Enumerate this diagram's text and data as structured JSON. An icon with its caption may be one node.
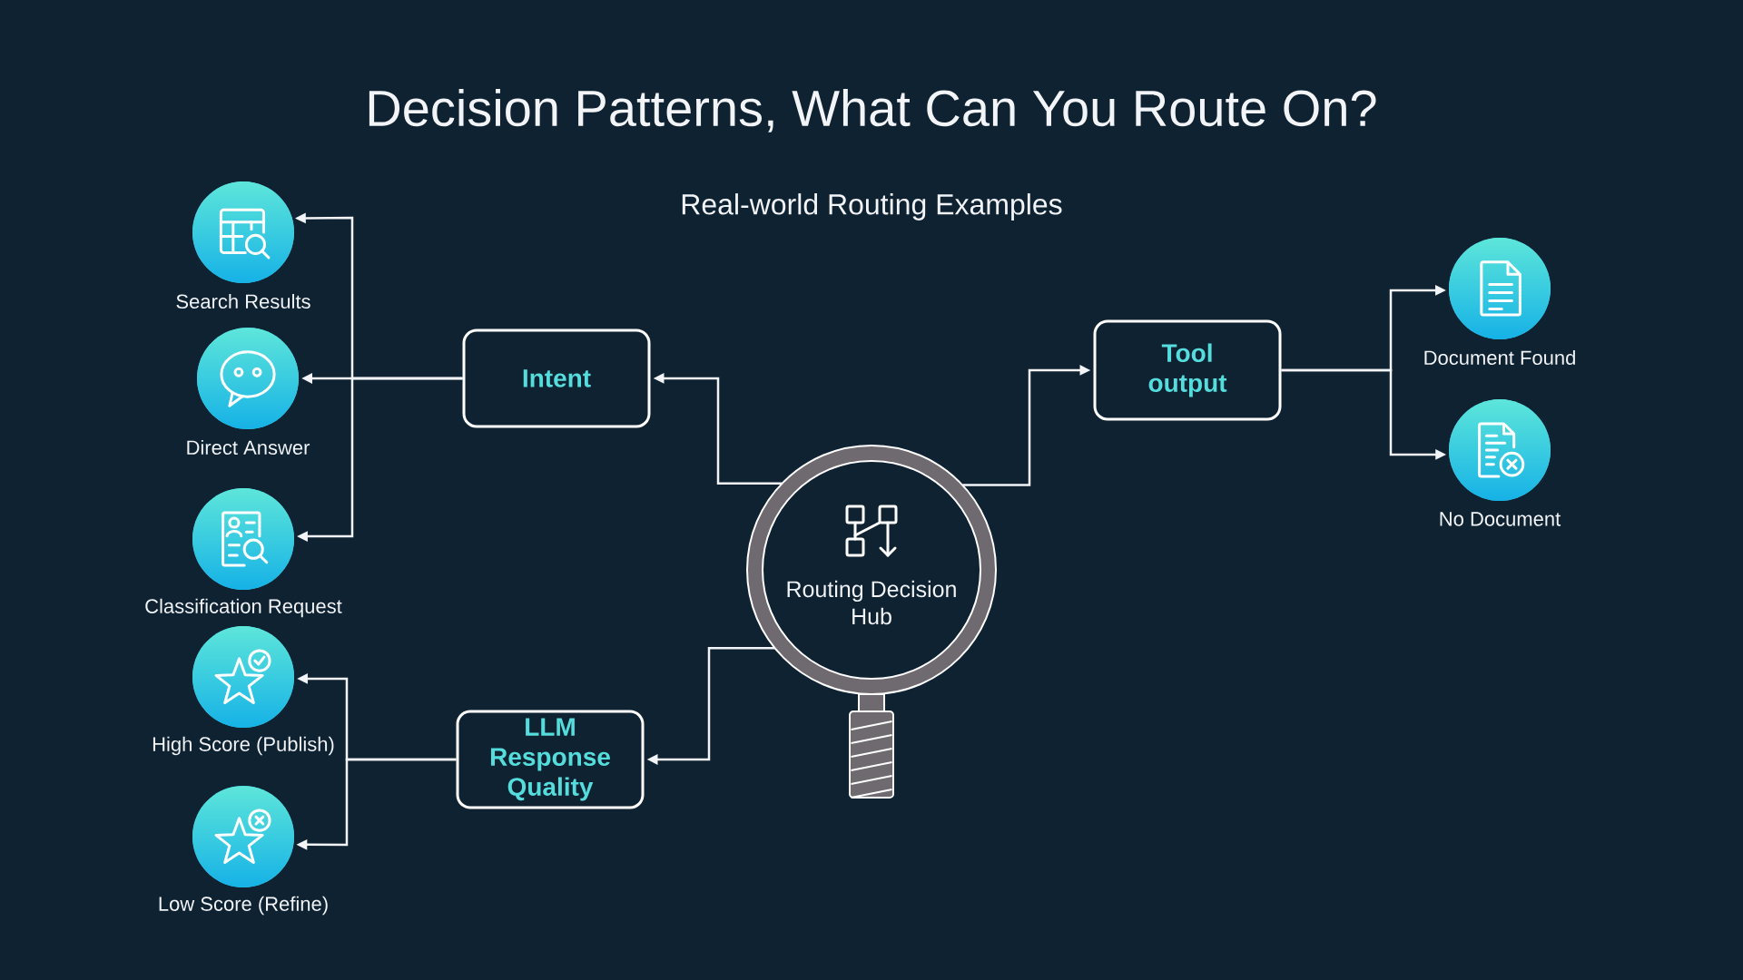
{
  "diagram": {
    "title": "Decision Patterns, What Can You Route On?",
    "nodes": [
      {
        "text": [
          "Search Results"
        ]
      },
      {
        "text": [
          "Direct Answer"
        ]
      },
      {
        "text": [
          "Intent"
        ]
      },
      {
        "text": [
          "Tool output"
        ]
      },
      {
        "text": [
          "Document Found"
        ]
      },
      {
        "text": [
          "No Document"
        ]
      },
      {
        "text": [
          "Routing Decision Hub"
        ]
      },
      {
        "text": [
          "Classification Request"
        ]
      },
      {
        "text": [
          "High Score (Publish)"
        ]
      },
      {
        "text": [
          "LLM Response Quality"
        ]
      },
      {
        "text": [
          "Low Score (Refine)"
        ]
      }
    ],
    "edges": [
      {
        "from": 6,
        "to": 2,
        "arrow": "to"
      },
      {
        "from": 6,
        "to": 3,
        "arrow": "to"
      },
      {
        "from": 6,
        "to": 9,
        "arrow": "to"
      },
      {
        "from": 2,
        "to": 0,
        "arrow": "to"
      },
      {
        "from": 2,
        "to": 1,
        "arrow": "to"
      },
      {
        "from": 2,
        "to": 7,
        "arrow": "to"
      },
      {
        "from": 9,
        "to": 8,
        "arrow": "to"
      },
      {
        "from": 9,
        "to": 10,
        "arrow": "to"
      },
      {
        "from": 3,
        "to": 4,
        "arrow": "to"
      },
      {
        "from": 3,
        "to": 5,
        "arrow": "to"
      }
    ],
    "labels": [
      "Real-world Routing Examples"
    ]
  }
}
